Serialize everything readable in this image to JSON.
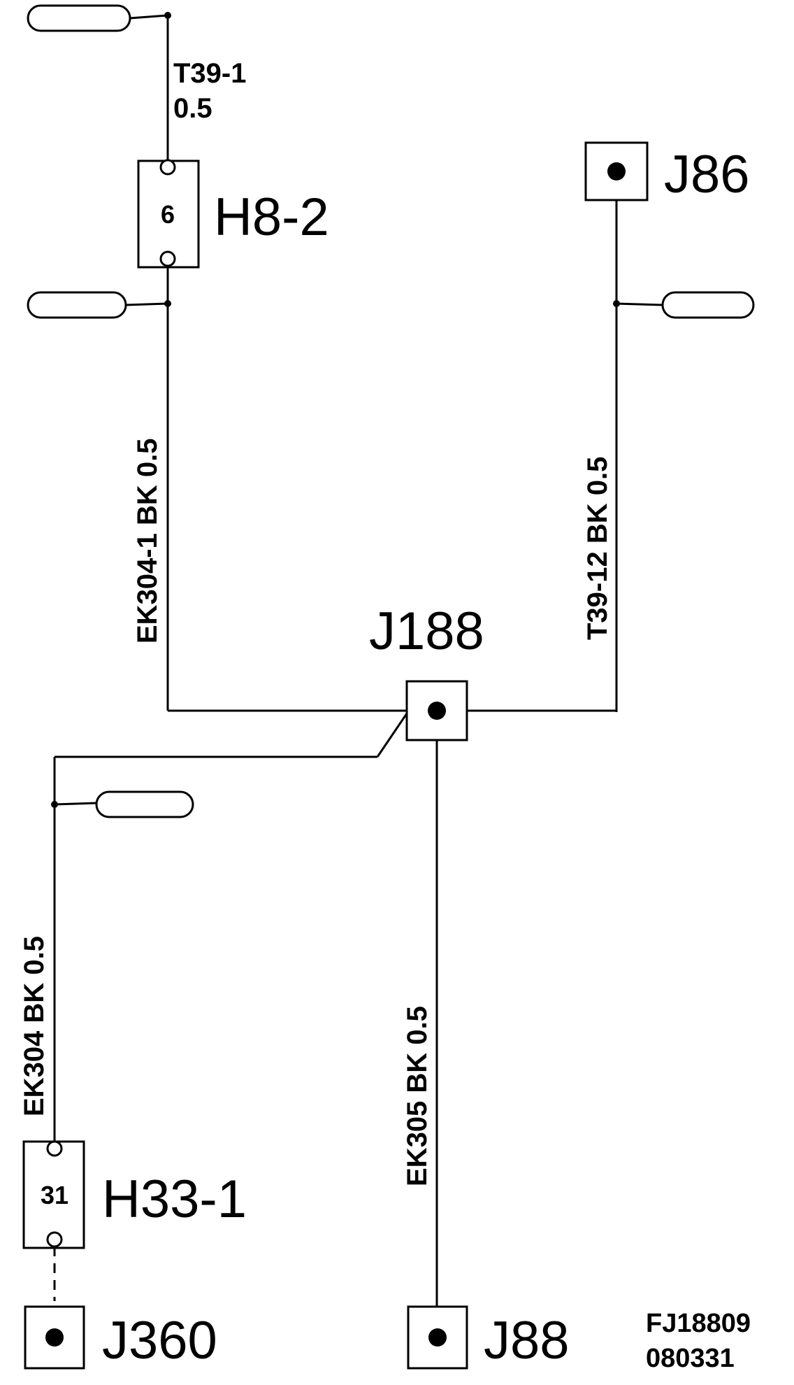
{
  "connectors": {
    "h8_2": {
      "label": "H8-2",
      "pin": "6"
    },
    "h33_1": {
      "label": "H33-1",
      "pin": "31"
    },
    "j86": {
      "label": "J86"
    },
    "j188": {
      "label": "J188"
    },
    "j360": {
      "label": "J360"
    },
    "j88": {
      "label": "J88"
    }
  },
  "wires": {
    "top": {
      "id": "T39-1",
      "gauge": "0.5"
    },
    "ek304_1": {
      "text": "EK304-1  BK  0.5"
    },
    "t39_12": {
      "text": "T39-12  BK  0.5"
    },
    "ek304": {
      "text": "EK304  BK  0.5"
    },
    "ek305": {
      "text": "EK305  BK  0.5"
    }
  },
  "code": {
    "line1": "FJ18809",
    "line2": "080331"
  }
}
